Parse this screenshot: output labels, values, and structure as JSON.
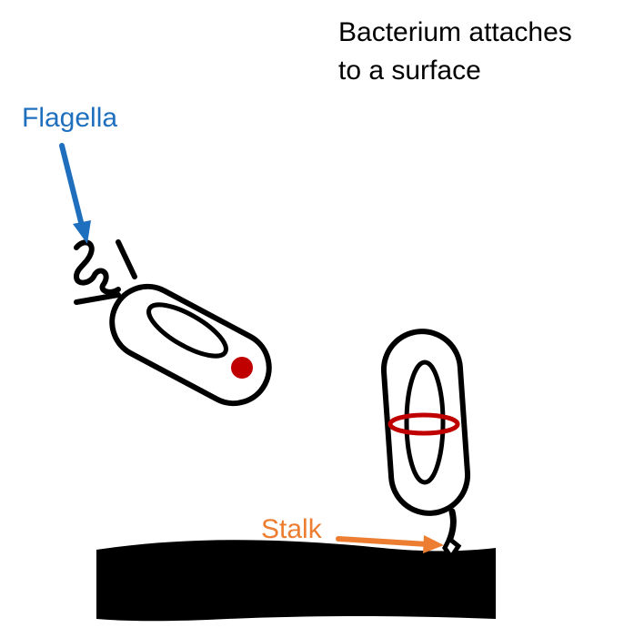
{
  "title": {
    "line1": "Bacterium attaches",
    "line2": "to a surface"
  },
  "labels": {
    "flagella": "Flagella",
    "stalk": "Stalk"
  },
  "colors": {
    "text": "#000000",
    "flagella": "#1f6fbf",
    "stalk": "#ed7d31",
    "outline": "#000000",
    "pole_dot": "#c00000",
    "division_ring": "#c00000",
    "surface": "#000000"
  }
}
